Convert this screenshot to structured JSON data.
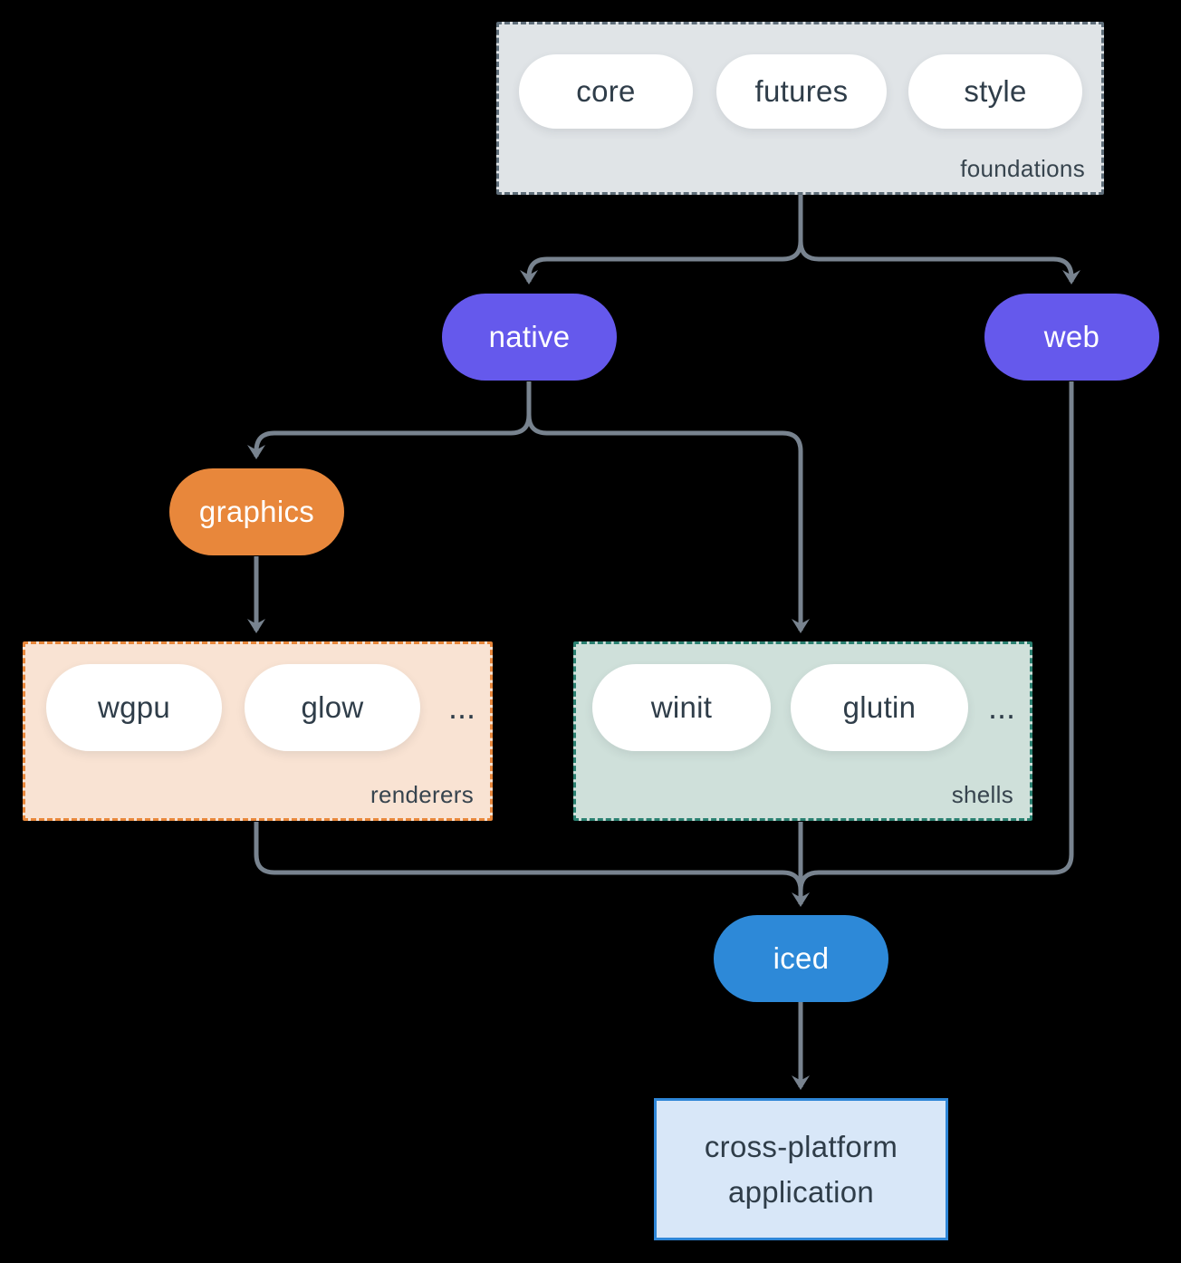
{
  "colors": {
    "background": "#000000",
    "connector": "#78838F",
    "purple": "#6559EC",
    "orange": "#E8873B",
    "blue": "#2D89D8",
    "foundations-fill": "#E0E4E7",
    "foundations-border": "#5F6E7A",
    "renderers-fill": "#F9E3D3",
    "renderers-border": "#E8873B",
    "shells-fill": "#CFE0DA",
    "shells-border": "#2B8171",
    "app-fill": "#D8E7F8",
    "app-border": "#2E86D7",
    "pill-fill": "#FFFFFF",
    "text-dark": "#2F3D49",
    "label-color": "#37444E"
  },
  "foundations": {
    "label": "foundations",
    "pills": [
      "core",
      "futures",
      "style"
    ]
  },
  "nodes": {
    "native": "native",
    "web": "web",
    "graphics": "graphics",
    "iced": "iced"
  },
  "renderers": {
    "label": "renderers",
    "pills": [
      "wgpu",
      "glow"
    ],
    "ellipsis": "..."
  },
  "shells": {
    "label": "shells",
    "pills": [
      "winit",
      "glutin"
    ],
    "ellipsis": "..."
  },
  "application": {
    "lines": [
      "cross-platform",
      "application"
    ]
  }
}
